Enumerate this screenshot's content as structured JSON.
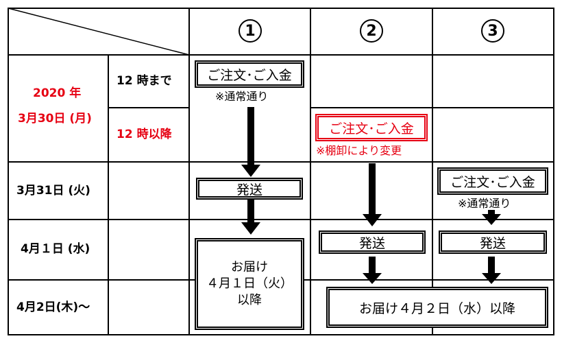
{
  "columns": [
    "1",
    "2",
    "3"
  ],
  "rows": {
    "mar30": {
      "line1": "2020 年",
      "line2": "3月30日 (月)"
    },
    "before12": "12 時まで",
    "after12": "12 時以降",
    "mar31": "3月31日 (火)",
    "apr1": "4月１日 (水)",
    "apr2": "4月2日(木)～"
  },
  "col1": {
    "order_label": "ご注文･ご入金",
    "order_note": "※通常通り",
    "ship_label": "発送",
    "delivery_line1": "お届け",
    "delivery_line2": "４月１日（火）",
    "delivery_line3": "以降"
  },
  "col2": {
    "order_label": "ご注文･ご入金",
    "order_note": "※棚卸により変更",
    "ship_label": "発送"
  },
  "col3": {
    "order_label": "ご注文･ご入金",
    "order_note": "※通常通り",
    "ship_label": "発送"
  },
  "delivery_shared": "お届け４月２日（水）以降",
  "colors": {
    "accent_red": "#e60012",
    "line": "#000000"
  }
}
